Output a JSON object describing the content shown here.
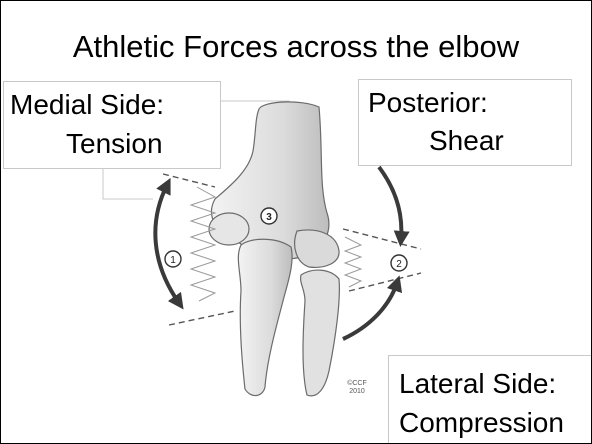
{
  "slide": {
    "title": "Athletic Forces across the elbow"
  },
  "labels": {
    "medial_line1": "Medial Side:",
    "medial_line2": "Tension",
    "posterior_line1": "Posterior:",
    "posterior_line2": "Shear",
    "lateral_line1": "Lateral Side:",
    "lateral_line2": "Compression"
  },
  "markers": {
    "m1": "1",
    "m2": "2",
    "m3": "3"
  },
  "credit": {
    "line1": "©CCF",
    "line2": "2010"
  },
  "colors": {
    "bone_fill": "#e4e4e4",
    "bone_stroke": "#6b6b6b",
    "arrow": "#3a3a3a",
    "dashed": "#555555",
    "spring": "#9a9a9a"
  }
}
